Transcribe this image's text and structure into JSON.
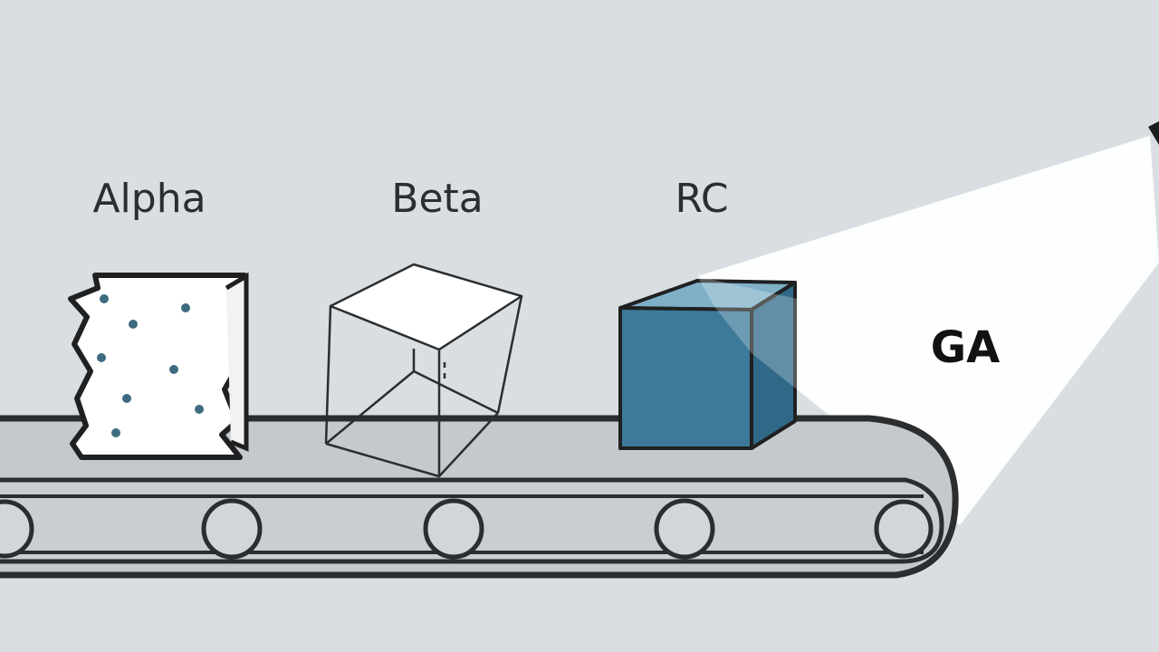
{
  "stages": [
    {
      "id": "alpha",
      "label": "Alpha"
    },
    {
      "id": "beta",
      "label": "Beta"
    },
    {
      "id": "rc",
      "label": "RC"
    },
    {
      "id": "ga",
      "label": "GA"
    }
  ],
  "colors": {
    "background": "#d9dee2",
    "belt": "#c4c9cd",
    "outline": "#2b2d2f",
    "rc_cube_front": "#3d7a9a",
    "rc_cube_top": "#7fb0c8",
    "spotlight": "#ffffff",
    "alpha_dots": "#3f6b80"
  }
}
